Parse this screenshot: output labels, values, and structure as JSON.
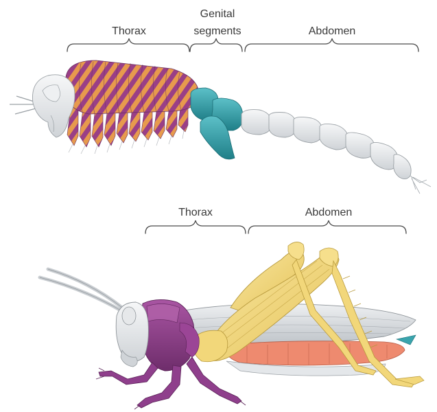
{
  "upper_figure": {
    "labels": {
      "thorax": "Thorax",
      "genital_line1": "Genital",
      "genital_line2": "segments",
      "abdomen": "Abdomen"
    }
  },
  "lower_figure": {
    "labels": {
      "thorax": "Thorax",
      "abdomen": "Abdomen"
    }
  },
  "colors": {
    "thorax_stripe_purple": "#9a3f86",
    "thorax_stripe_orange": "#e79a4d",
    "genital_teal": "#3aa4ad",
    "abdomen_white": "#e8eaec",
    "head_gray": "#dcdfe2",
    "grasshopper_purple": "#8f3f8c",
    "grasshopper_yellow": "#f2d77a",
    "grasshopper_salmon": "#ee8a6f",
    "wing_gray": "#d9dde0"
  }
}
